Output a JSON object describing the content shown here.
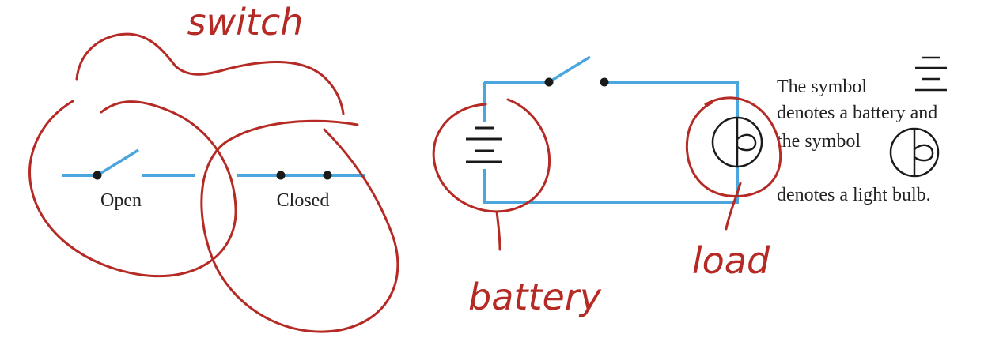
{
  "colors": {
    "wire": "#4aa6dc",
    "ink": "#1a1a1a",
    "annotation": "#b52a24",
    "background": "#ffffff"
  },
  "switch_examples": {
    "open_label": "Open",
    "closed_label": "Closed"
  },
  "legend_text": {
    "line1": "The symbol",
    "line2": "denotes a battery and",
    "line3": "the symbol",
    "line4": "denotes a light bulb."
  },
  "annotations": {
    "switch": "switch",
    "battery": "battery",
    "load": "load"
  },
  "icons": [
    "battery-icon",
    "light-bulb-icon",
    "switch-icon"
  ]
}
